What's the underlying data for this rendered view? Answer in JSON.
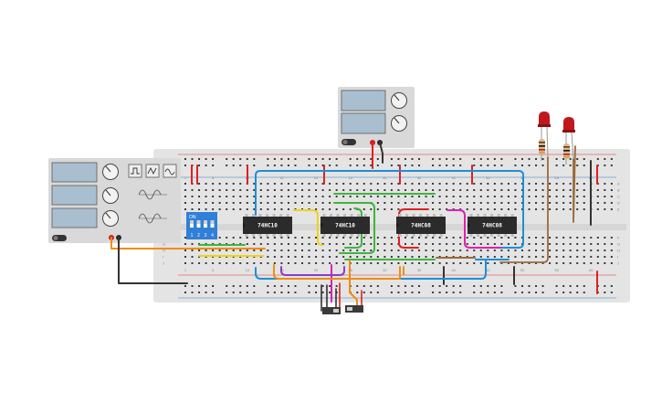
{
  "chips": [
    {
      "label": "74HC10"
    },
    {
      "label": "74HC10"
    },
    {
      "label": "74HC08"
    },
    {
      "label": "74HC08"
    }
  ],
  "dip_switch": {
    "on_label": "ON",
    "positions": [
      "1",
      "2",
      "3",
      "4"
    ]
  },
  "column_numbers": [
    "1",
    "5",
    "10",
    "15",
    "20",
    "25",
    "30",
    "35",
    "40",
    "45",
    "50",
    "55",
    "60"
  ],
  "row_letters_top": [
    "A",
    "B",
    "C",
    "D",
    "E"
  ],
  "row_letters_bottom": [
    "F",
    "G",
    "H",
    "I",
    "J"
  ],
  "colors": {
    "breadboard": "#e4e4e4",
    "rail_red": "#d9302b",
    "rail_blue": "#2a7fc9",
    "chip": "#2b2b2b",
    "wire_blue": "#1a90d8",
    "wire_red": "#e02020",
    "wire_green": "#3fb53f",
    "wire_yellow": "#f1d21a",
    "wire_orange": "#f08c10",
    "wire_purple": "#8a3fc3",
    "wire_magenta": "#e020b0",
    "wire_brown": "#9b6a3a",
    "wire_dark": "#333333",
    "led": "#c0181e",
    "dip": "#2f80d6"
  }
}
